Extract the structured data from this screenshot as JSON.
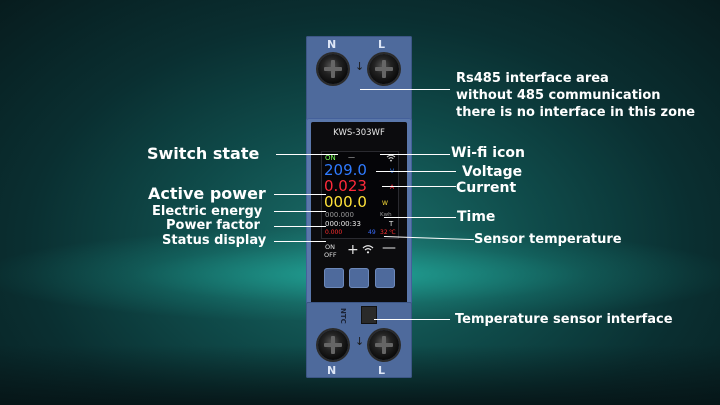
{
  "device": {
    "model": "KWS-303WF",
    "top_terminals": {
      "left": "N",
      "right": "L"
    },
    "bottom_terminals": {
      "left": "N",
      "right": "L"
    },
    "top_arrow": "↓",
    "bottom_arrow": "↓",
    "ntc_label": "NTC",
    "buttons": {
      "on": "ON",
      "off": "OFF",
      "plus": "+",
      "minus": "—"
    },
    "lcd": {
      "switch_state": "ON",
      "dash": "—",
      "voltage": "209.0",
      "voltage_unit": "V",
      "current": "0.023",
      "current_unit": "A",
      "power": "000.0",
      "power_unit": "W",
      "energy": "000.000",
      "energy_unit": "Kwh",
      "time": "000:00:33",
      "time_unit": "T",
      "power_factor": "0.000",
      "status_value": "49",
      "temperature": "32",
      "temperature_unit": "℃"
    },
    "colors": {
      "body": "#4e6a9c",
      "voltage": "#2f7bff",
      "current": "#ff2a3a",
      "power": "#ffe23a"
    }
  },
  "callouts": {
    "rs485_line1": "Rs485 interface area",
    "rs485_line2": "without 485 communication",
    "rs485_line3": "there is no interface in this zone",
    "switch_state": "Switch state",
    "wifi_icon": "Wi-fi icon",
    "voltage": "Voltage",
    "current": "Current",
    "active_power": "Active power",
    "electric_energy": "Electric energy",
    "time": "Time",
    "power_factor": "Power factor",
    "status_display": "Status display",
    "sensor_temperature": "Sensor temperature",
    "temperature_sensor_interface": "Temperature sensor interface"
  }
}
